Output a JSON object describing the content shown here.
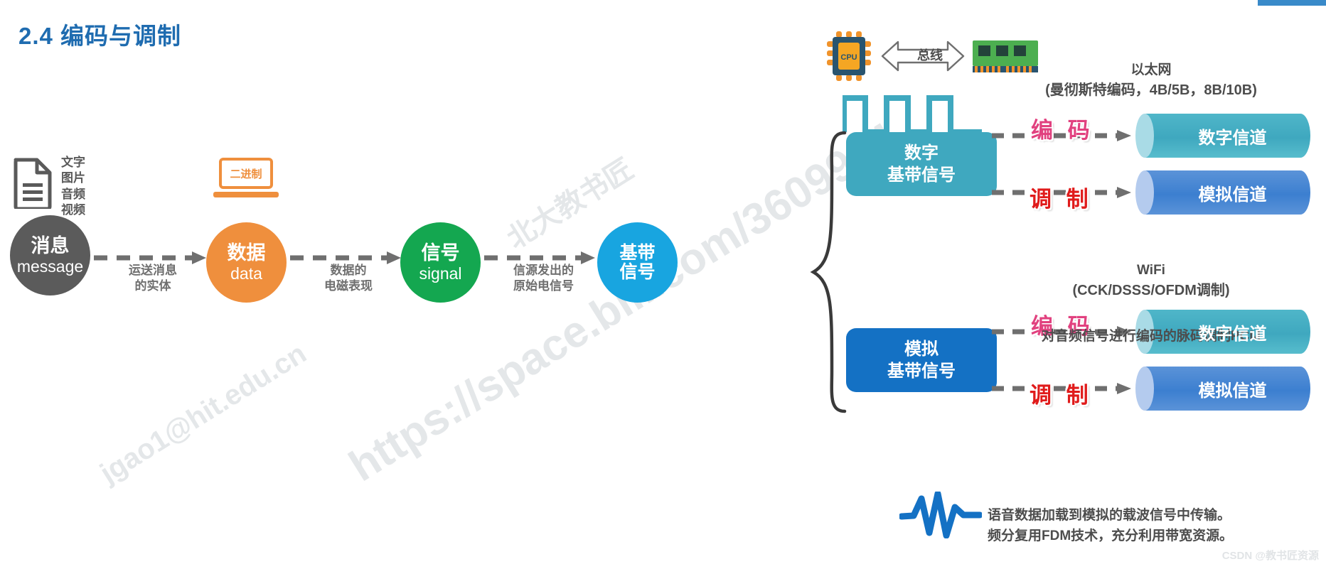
{
  "page": {
    "title": "2.4 编码与调制",
    "title_color": "#1f6cb0"
  },
  "watermarks": {
    "w1": "https://space.bili.com/3609964",
    "w2": "北大教书匠",
    "w3": "jgao1@hit.edu.cn",
    "w4": "CSDN @教书匠资源"
  },
  "source": {
    "icon": "document-icon",
    "types": "文字\n图片\n音频\n视频",
    "types_lines": [
      "文字",
      "图片",
      "音频",
      "视频"
    ]
  },
  "flow": {
    "nodes": [
      {
        "cn": "消息",
        "en": "message",
        "color": "#5b5b5b",
        "name": "message"
      },
      {
        "cn": "数据",
        "en": "data",
        "color": "#ef8f3d",
        "name": "data"
      },
      {
        "cn": "信号",
        "en": "signal",
        "color": "#14a750",
        "name": "signal"
      },
      {
        "cn": "基带",
        "en": "信号",
        "color": "#18a5e0",
        "name": "baseband"
      }
    ],
    "edges": [
      {
        "line1": "运送消息",
        "line2": "的实体"
      },
      {
        "line1": "数据的",
        "line2": "电磁表现"
      },
      {
        "line1": "信源发出的",
        "line2": "原始电信号"
      }
    ],
    "laptop_label": "二进制"
  },
  "hardware": {
    "cpu_label": "CPU",
    "bus_label": "总线",
    "ram_icon": "memory-module-icon"
  },
  "branches": [
    {
      "name": "digital-baseband",
      "box_line1": "数字",
      "box_line2": "基带信号",
      "box_color": "#3fa8bf",
      "encode_label": "编 码",
      "modulate_label": "调 制",
      "encode_color": "#e1417f",
      "modulate_color": "#e01b1b",
      "channels": [
        "数字信道",
        "模拟信道"
      ],
      "note_top": {
        "l1": "以太网",
        "l2": "(曼彻斯特编码，4B/5B，8B/10B)"
      },
      "note_bottom": {
        "l1": "WiFi",
        "l2": "(CCK/DSSS/OFDM调制)"
      },
      "wave_icon": "square-wave-icon"
    },
    {
      "name": "analog-baseband",
      "box_line1": "模拟",
      "box_line2": "基带信号",
      "box_color": "#1471c4",
      "encode_label": "编 码",
      "modulate_label": "调 制",
      "encode_color": "#e1417f",
      "modulate_color": "#e01b1b",
      "channels": [
        "数字信道",
        "模拟信道"
      ],
      "note_top": {
        "l1": "对音频信号进行编码的脉码调制PCM",
        "l2": ""
      },
      "note_bottom": {
        "l1": "语音数据加载到模拟的载波信号中传输。",
        "l2": "频分复用FDM技术，充分利用带宽资源。"
      },
      "wave_icon": "analog-wave-icon"
    }
  ],
  "colors": {
    "title_blue": "#1f6cb0",
    "gray_circle": "#5b5b5b",
    "orange": "#ef8f3d",
    "green": "#14a750",
    "cyan": "#18a5e0",
    "teal_box": "#3fa8bf",
    "blue_box": "#1471c4",
    "pink_stamp": "#e1417f",
    "red_stamp": "#e01b1b",
    "dash_gray": "#6f6f6f"
  }
}
